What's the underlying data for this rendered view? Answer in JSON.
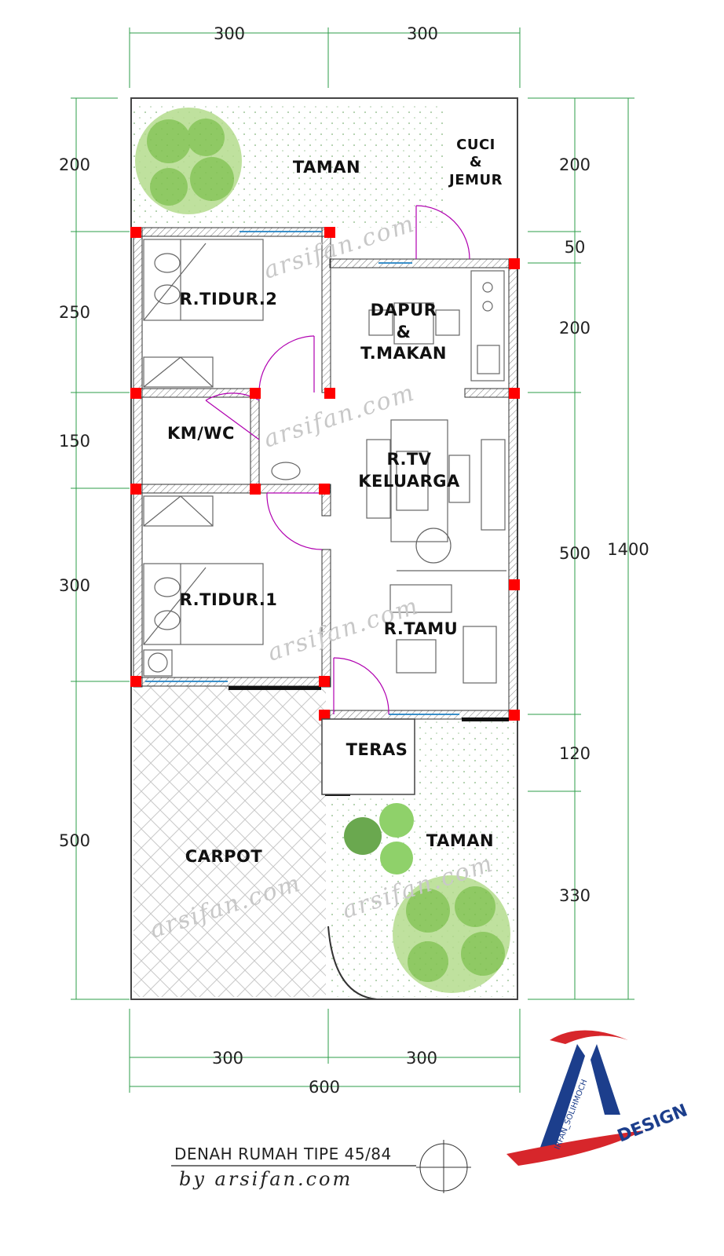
{
  "plan": {
    "title": "DENAH RUMAH TIPE 45/84",
    "byline": "by  arsifan.com",
    "watermark": "arsifan.com",
    "logo": {
      "mark": "A",
      "word": "DESIGN",
      "vertical": "IRFAN_SOLIHMOCH"
    },
    "colors": {
      "wall": "#222222",
      "column": "#ff0000",
      "door_swing": "#b000b0",
      "window": "#3a8fc9",
      "dim_line": "#2e9e4a",
      "tree": "#7cc04a",
      "logo_red": "#d7262b",
      "logo_blue": "#1c3e8c"
    }
  },
  "dimensions": {
    "top": [
      "300",
      "300"
    ],
    "bottom": [
      "300",
      "300"
    ],
    "total_width": "600",
    "left": [
      "200",
      "250",
      "150",
      "300",
      "500"
    ],
    "right": [
      "200",
      "50",
      "200",
      "500",
      "120",
      "330"
    ],
    "total_depth": "1400"
  },
  "rooms": {
    "taman_back": "TAMAN",
    "cuci_1": "CUCI",
    "cuci_2": "&",
    "cuci_3": "JEMUR",
    "tidur2": "R.TIDUR.2",
    "dapur_1": "DAPUR",
    "dapur_2": "&",
    "dapur_3": "T.MAKAN",
    "kmwc": "KM/WC",
    "rtv_1": "R.TV",
    "rtv_2": "KELUARGA",
    "tidur1": "R.TIDUR.1",
    "tamu": "R.TAMU",
    "teras": "TERAS",
    "carpot": "CARPOT",
    "taman_front": "TAMAN"
  }
}
